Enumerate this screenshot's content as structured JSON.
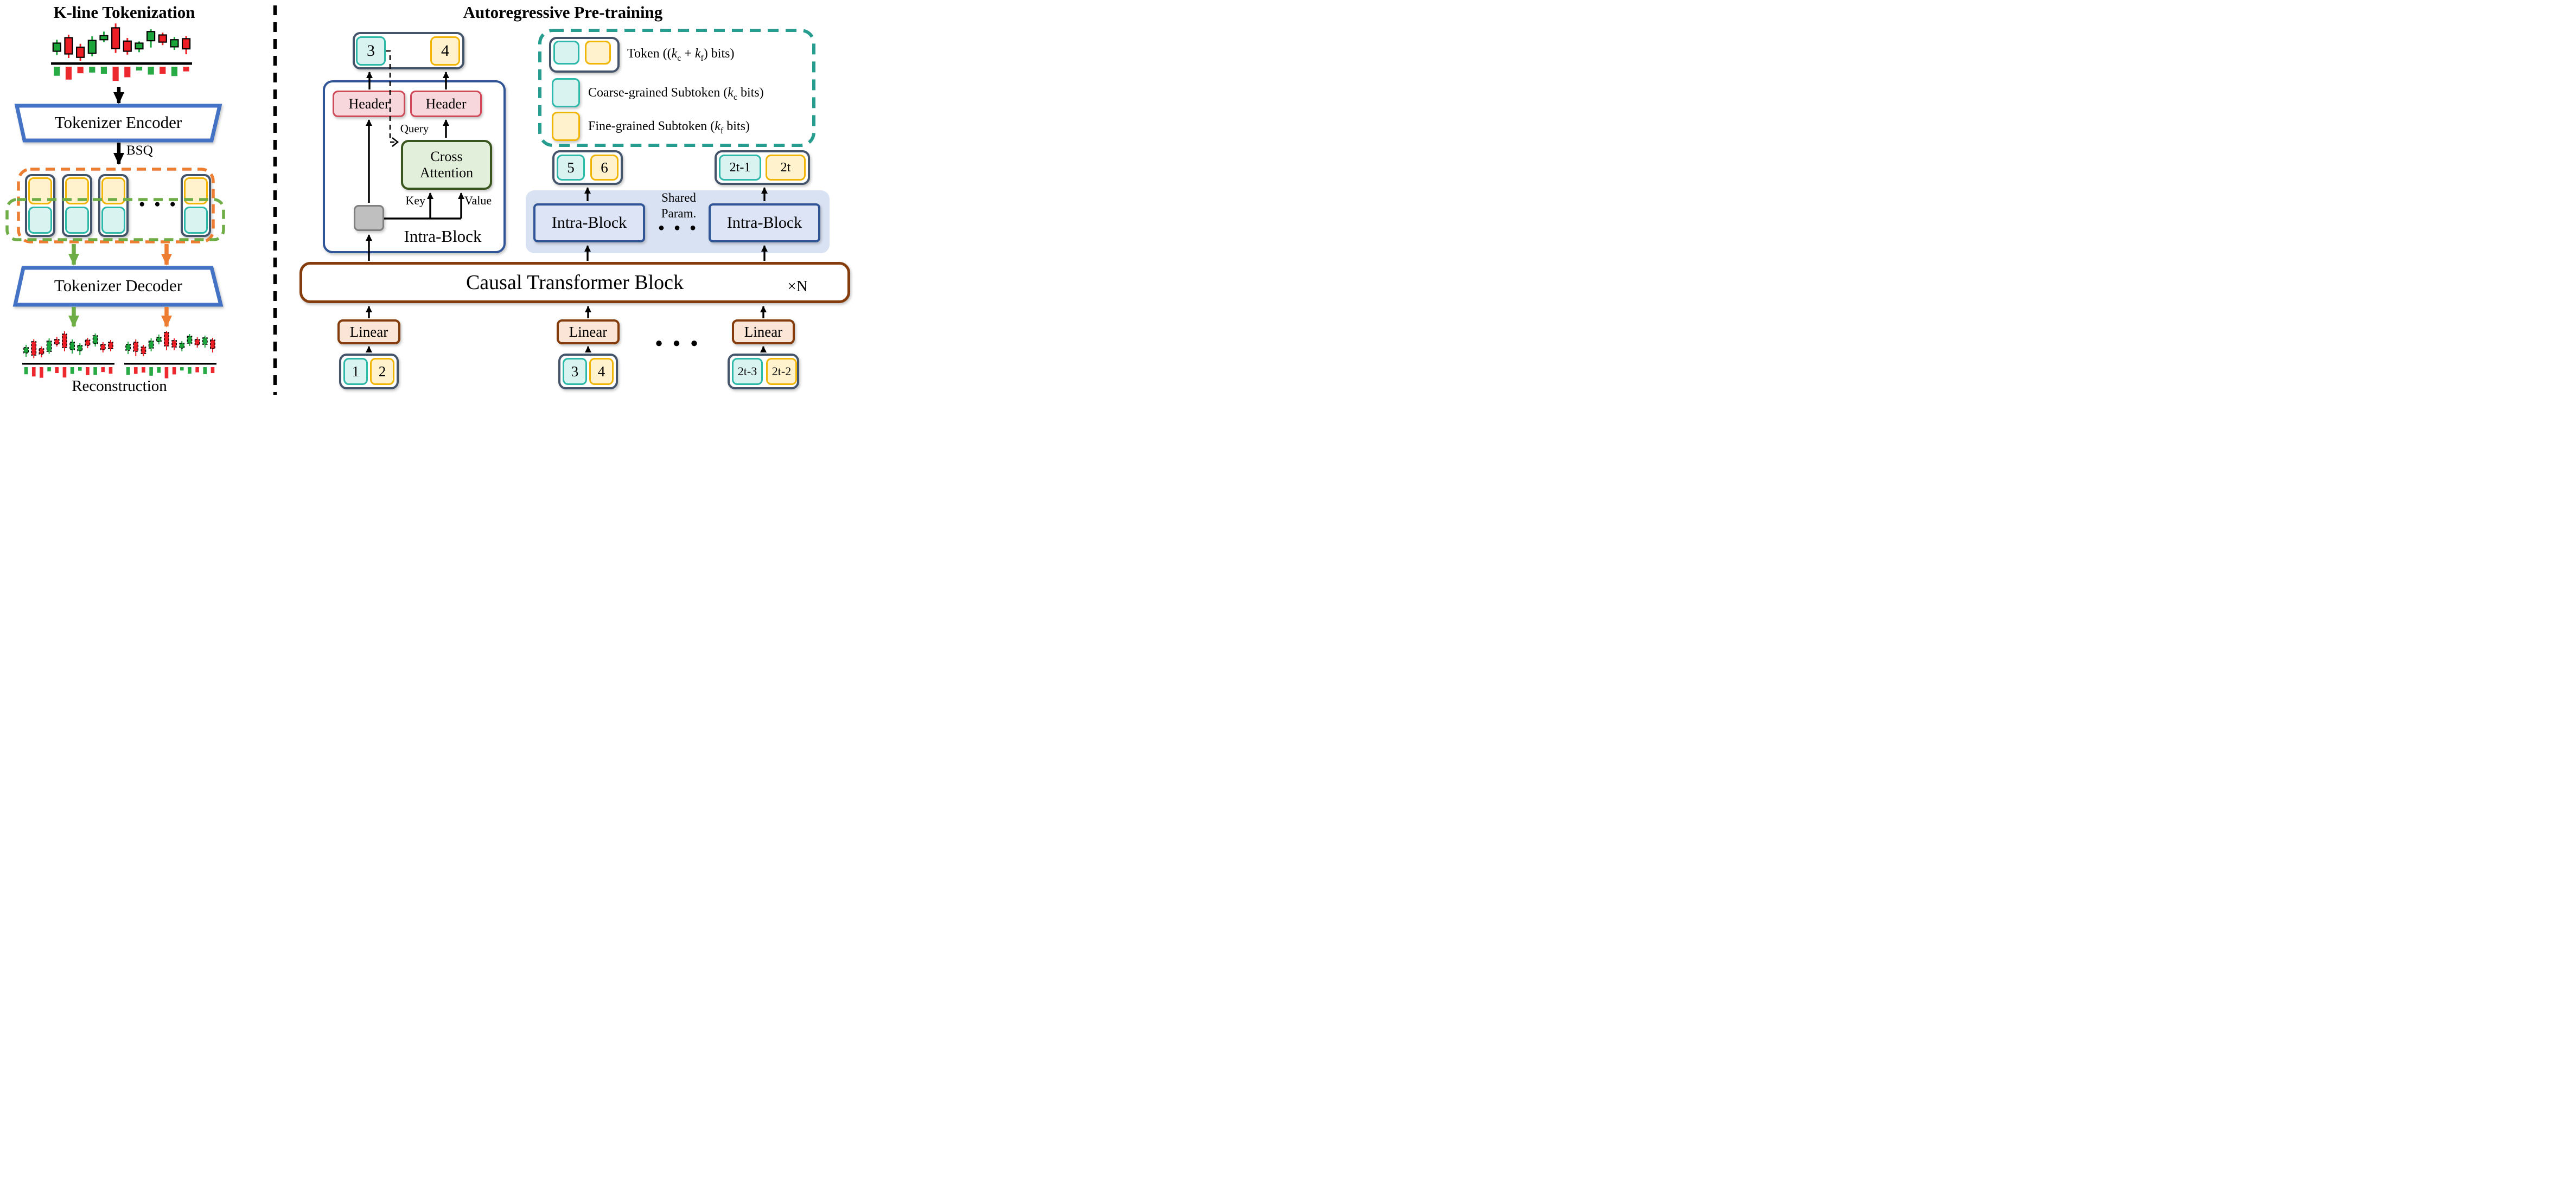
{
  "left": {
    "title": "K-line Tokenization",
    "encoder_label": "Tokenizer Encoder",
    "decoder_label": "Tokenizer Decoder",
    "bsq_label": "BSQ",
    "reconstruction_label": "Reconstruction",
    "ellipsis": "● ● ●"
  },
  "right": {
    "title": "Autoregressive Pre-training",
    "header_label": "Header",
    "cross_attention_line1": "Cross",
    "cross_attention_line2": "Attention",
    "query_label": "Query",
    "key_label": "Key",
    "value_label": "Value",
    "intra_block_label": "Intra-Block",
    "shared_param_line1": "Shared",
    "shared_param_line2": "Param.",
    "causal_label": "Causal Transformer Block",
    "xn_label": "×N",
    "linear_label": "Linear",
    "ellipsis": "● ● ●",
    "tokens": {
      "top": [
        "3",
        "4"
      ],
      "mid_left": [
        "5",
        "6"
      ],
      "mid_right": [
        "2t-1",
        "2t"
      ],
      "bottom_left": [
        "1",
        "2"
      ],
      "bottom_mid": [
        "3",
        "4"
      ],
      "bottom_right": [
        "2t-3",
        "2t-2"
      ]
    }
  },
  "legend": {
    "token": {
      "pre": "Token ((",
      "k1": "k",
      "s1": "c",
      "mid": " + ",
      "k2": "k",
      "s2": "f",
      "post": ") bits)"
    },
    "coarse": {
      "pre": "Coarse-grained Subtoken (",
      "k": "k",
      "s": "c",
      "post": " bits)"
    },
    "fine": {
      "pre": "Fine-grained Subtoken (",
      "k": "k",
      "s": "f",
      "post": " bits)"
    }
  },
  "colors": {
    "navy": "#44546A",
    "cyan_fill": "#D8F3F0",
    "cyan_border": "#2CB9A9",
    "yellow_fill": "#FFF2CC",
    "yellow_border": "#F0B505",
    "pink_fill": "#F8D7DC",
    "pink_border": "#D04A59",
    "green_fill": "#E2EFDA",
    "green_border": "#38561D",
    "gray_fill": "#BFBFBF",
    "gray_border": "#7F7F7F",
    "blue": "#2F5597",
    "band": "#D9E2F3",
    "intra_fill": "#DCE4F5",
    "brown": "#843C0C",
    "linear_fill": "#FBE5D6",
    "orange": "#ED7D31",
    "green_dash": "#6FAD47",
    "teal_dash": "#279D8F",
    "trapezoid_blue": "#4472C4",
    "candle_green": "#1CA53B",
    "candle_red": "#EC1D24"
  },
  "candlesticks": {
    "main": {
      "candle_width": 14,
      "gap": 7.66,
      "price_h": 70,
      "vol_h": 27,
      "dashed": false,
      "candles": [
        [
          "g",
          60,
          84,
          50,
          95,
          62
        ],
        [
          "r",
          44,
          92,
          35,
          104,
          88
        ],
        [
          "r",
          72,
          102,
          62,
          112,
          45
        ],
        [
          "g",
          52,
          90,
          40,
          99,
          40
        ],
        [
          "g",
          38,
          50,
          26,
          57,
          48
        ],
        [
          "r",
          15,
          76,
          2,
          89,
          97
        ],
        [
          "r",
          54,
          84,
          45,
          94,
          72
        ],
        [
          "g",
          60,
          77,
          55,
          87,
          26
        ],
        [
          "g",
          26,
          53,
          19,
          73,
          54
        ],
        [
          "r",
          36,
          57,
          29,
          66,
          48
        ],
        [
          "g",
          50,
          71,
          42,
          80,
          64
        ],
        [
          "r",
          47,
          77,
          39,
          93,
          32
        ]
      ]
    },
    "recon_left": {
      "candle_width": 8.3,
      "gap": 5.87,
      "price_h": 56,
      "vol_h": 24,
      "dashed": true,
      "candles": [
        [
          "g",
          62,
          82,
          52,
          96,
          55
        ],
        [
          "r",
          40,
          90,
          31,
          101,
          72
        ],
        [
          "r",
          66,
          86,
          58,
          98,
          82
        ],
        [
          "g",
          38,
          76,
          28,
          85,
          32
        ],
        [
          "r",
          32,
          50,
          22,
          58,
          46
        ],
        [
          "r",
          12,
          62,
          2,
          76,
          80
        ],
        [
          "g",
          42,
          70,
          32,
          84,
          52
        ],
        [
          "g",
          54,
          74,
          46,
          90,
          28
        ],
        [
          "r",
          34,
          54,
          26,
          64,
          62
        ],
        [
          "g",
          18,
          48,
          10,
          58,
          60
        ],
        [
          "r",
          50,
          70,
          42,
          80,
          38
        ],
        [
          "r",
          42,
          66,
          34,
          76,
          50
        ]
      ]
    },
    "recon_right": {
      "candle_width": 8.3,
      "gap": 5.87,
      "price_h": 56,
      "vol_h": 24,
      "dashed": true,
      "candles": [
        [
          "g",
          50,
          72,
          40,
          86,
          60
        ],
        [
          "r",
          42,
          76,
          32,
          94,
          52
        ],
        [
          "r",
          60,
          84,
          52,
          94,
          42
        ],
        [
          "g",
          38,
          64,
          28,
          76,
          66
        ],
        [
          "g",
          24,
          40,
          14,
          50,
          44
        ],
        [
          "r",
          6,
          56,
          0,
          72,
          86
        ],
        [
          "r",
          36,
          60,
          28,
          72,
          56
        ],
        [
          "g",
          46,
          64,
          38,
          76,
          26
        ],
        [
          "g",
          20,
          46,
          12,
          56,
          50
        ],
        [
          "r",
          32,
          52,
          24,
          62,
          40
        ],
        [
          "g",
          26,
          50,
          18,
          62,
          54
        ],
        [
          "r",
          34,
          66,
          26,
          80,
          46
        ]
      ]
    }
  }
}
